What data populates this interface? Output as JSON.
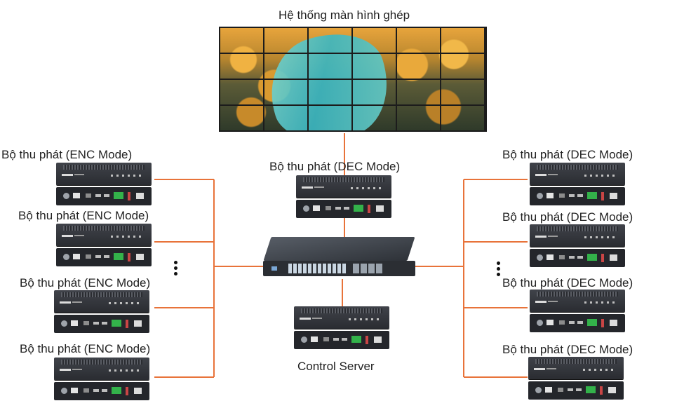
{
  "colors": {
    "wire": "#e8733a",
    "wire_center": "#e8733a"
  },
  "videowall": {
    "label": "Hệ thống màn hình ghép"
  },
  "center_decoder": {
    "label": "Bộ thu phát (DEC Mode)"
  },
  "control_server": {
    "label": "Control Server"
  },
  "encoders": [
    {
      "label": "Bộ thu phát (ENC Mode)"
    },
    {
      "label": "Bộ thu phát (ENC Mode)"
    },
    {
      "label": "Bộ thu phát (ENC Mode)"
    },
    {
      "label": "Bộ thu phát (ENC Mode)"
    }
  ],
  "decoders": [
    {
      "label": "Bộ thu phát (DEC Mode)"
    },
    {
      "label": "Bộ thu phát (DEC Mode)"
    },
    {
      "label": "Bộ thu phát (DEC Mode)"
    },
    {
      "label": "Bộ thu phát (DEC Mode)"
    }
  ],
  "icons": {
    "switch": "network-switch-icon",
    "device": "av-transceiver-icon",
    "ellipsis": "vertical-ellipsis-icon"
  }
}
